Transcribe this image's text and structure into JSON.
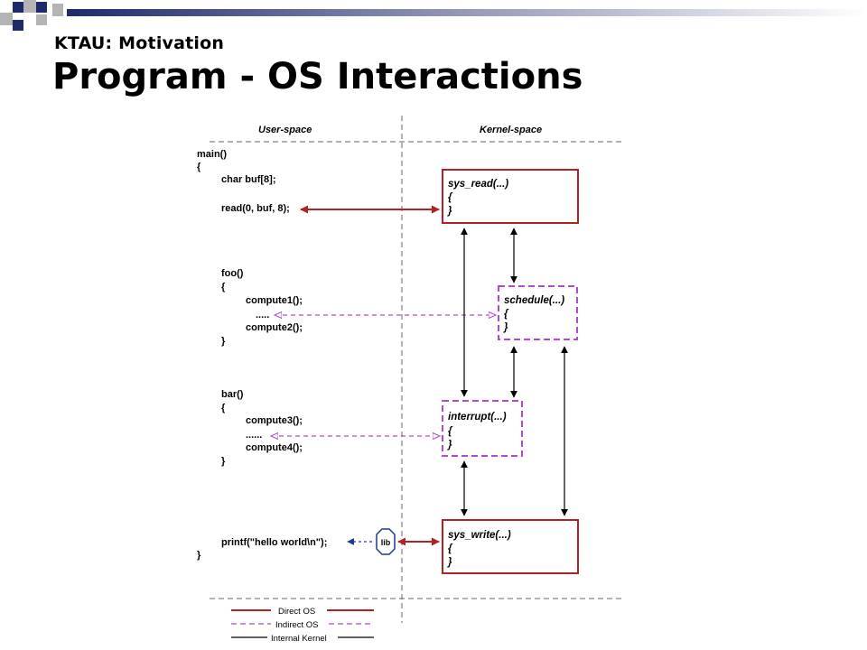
{
  "slide": {
    "subtitle": "KTAU: Motivation",
    "title": "Program - OS Interactions"
  },
  "diagram": {
    "headers": {
      "user": "User-space",
      "kernel": "Kernel-space"
    },
    "code": {
      "main": "main()",
      "open_brace": "{",
      "buf_decl": "char buf[8];",
      "read_call": "read(0, buf, 8);",
      "foo": "foo()",
      "foo_open": "{",
      "compute1": "compute1();",
      "foo_dots": ".....",
      "compute2": "compute2();",
      "foo_close": "}",
      "bar": "bar()",
      "bar_open": "{",
      "compute3": "compute3();",
      "bar_dots": "......",
      "compute4": "compute4();",
      "bar_close": "}",
      "printf_call": "printf(\"hello world\\n\");",
      "close_brace": "}"
    },
    "lib_label": "lib",
    "boxes": {
      "sys_read": {
        "name": "sys_read(...)",
        "open": "{",
        "close": "}"
      },
      "schedule": {
        "name": "schedule(...)",
        "open": "{",
        "close": "}"
      },
      "interrupt": {
        "name": "interrupt(...)",
        "open": "{",
        "close": "}"
      },
      "sys_write": {
        "name": "sys_write(...)",
        "open": "{",
        "close": "}"
      }
    },
    "legend": {
      "direct": "Direct OS",
      "indirect": "Indirect OS",
      "internal": "Internal Kernel"
    },
    "colors": {
      "direct": "#b22222",
      "indirect": "#b04ad0",
      "internal": "#000000",
      "header_navy": "#1f2a6b",
      "header_gray": "#a8a8a8"
    }
  }
}
